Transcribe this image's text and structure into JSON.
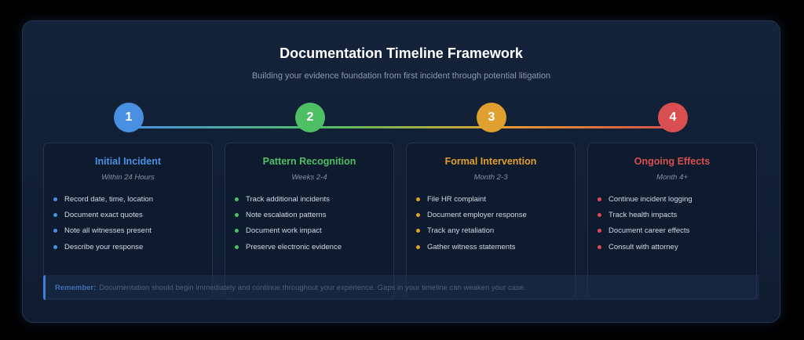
{
  "header": {
    "title": "Documentation Timeline Framework",
    "subtitle": "Building your evidence foundation from first incident through potential litigation"
  },
  "steps": [
    {
      "number": "1",
      "title": "Initial Incident",
      "time": "Within 24 Hours",
      "color": "#4a90e2",
      "items": [
        "Record date, time, location",
        "Document exact quotes",
        "Note all witnesses present",
        "Describe your response"
      ]
    },
    {
      "number": "2",
      "title": "Pattern Recognition",
      "time": "Weeks 2-4",
      "color": "#4fbf66",
      "items": [
        "Track additional incidents",
        "Note escalation patterns",
        "Document work impact",
        "Preserve electronic evidence"
      ]
    },
    {
      "number": "3",
      "title": "Formal Intervention",
      "time": "Month 2-3",
      "color": "#e0a030",
      "items": [
        "File HR complaint",
        "Document employer response",
        "Track any retaliation",
        "Gather witness statements"
      ]
    },
    {
      "number": "4",
      "title": "Ongoing Effects",
      "time": "Month 4+",
      "color": "#d94f4f",
      "items": [
        "Continue incident logging",
        "Track health impacts",
        "Document career effects",
        "Consult with attorney"
      ]
    }
  ],
  "note": {
    "label": "Remember:",
    "text": "Documentation should begin immediately and continue throughout your experience. Gaps in your timeline can weaken your case."
  }
}
